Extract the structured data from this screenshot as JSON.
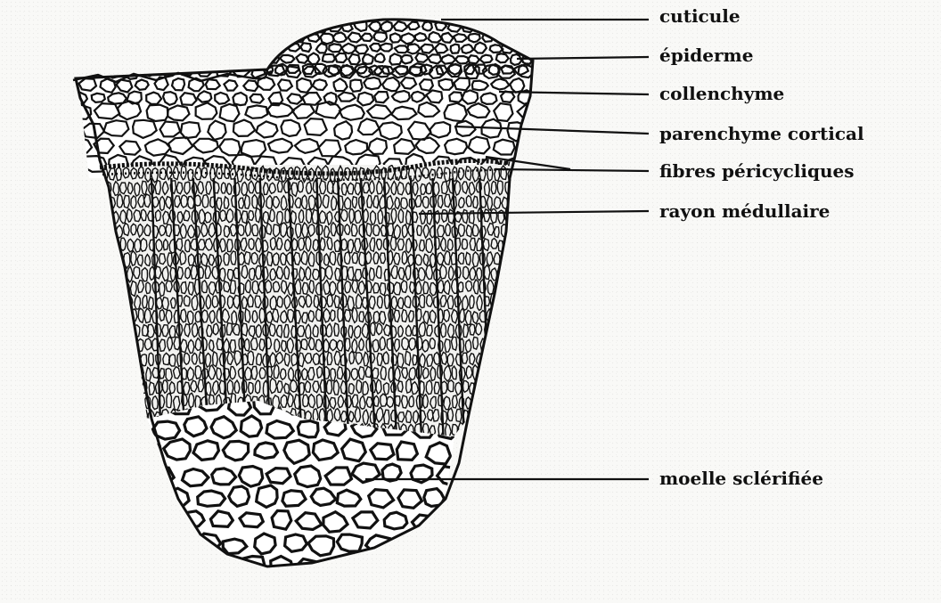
{
  "labels": {
    "cuticule": "cuticule",
    "epiderme": "épiderme",
    "collenchyme": "collenchyme",
    "parenchyme_cortical": "parenchyme cortical",
    "fibres_pericycliques": "fibres péricycliques",
    "rayon_medullaire": "rayon médullaire",
    "moelle_sclerifiee": "moelle sclérifiée"
  },
  "colors": {
    "ink": "#111111",
    "background": "#f9f9f7"
  }
}
